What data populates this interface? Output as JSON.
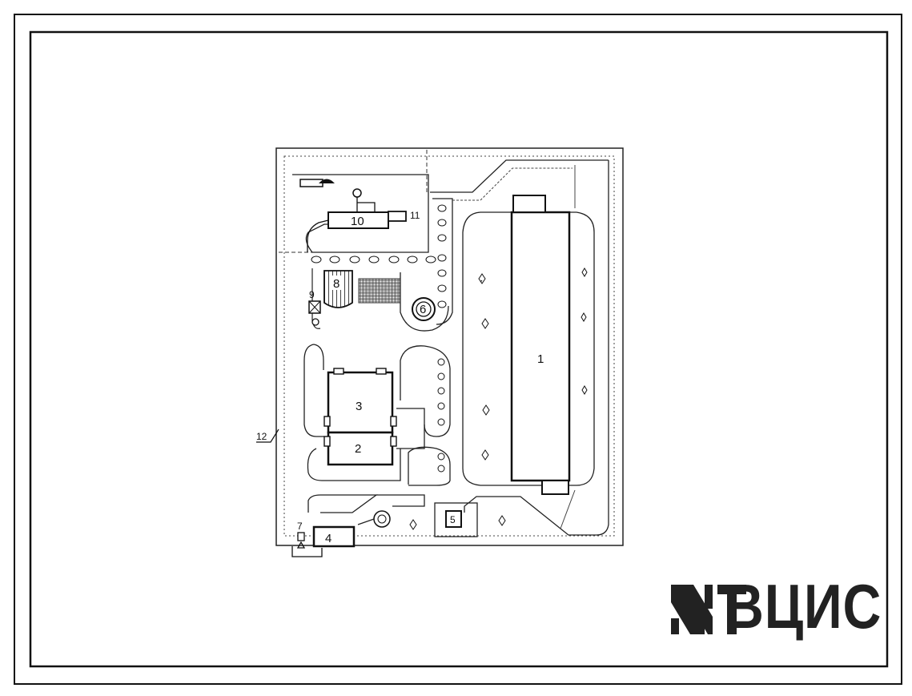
{
  "labels": {
    "l1": "1",
    "l2": "2",
    "l3": "3",
    "l4": "4",
    "l5": "5",
    "l6": "6",
    "l7": "7",
    "l8": "8",
    "l9": "9",
    "l10": "10",
    "l11": "11",
    "l12": "12"
  },
  "logo": {
    "text": "ВЦИС"
  },
  "colors": {
    "ink": "#111111",
    "paper": "#ffffff",
    "hatch": "#333333"
  }
}
